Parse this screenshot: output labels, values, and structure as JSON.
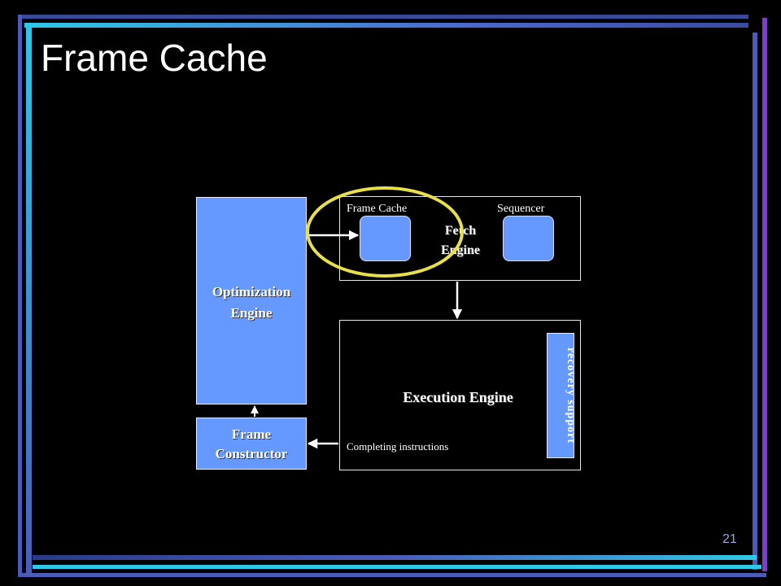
{
  "slide": {
    "title": "Frame Cache",
    "page_number": "21"
  },
  "diagram": {
    "optimization_engine": "Optimization Engine",
    "frame_constructor": "Frame Constructor",
    "fetch_engine": "Fetch Engine",
    "frame_cache_label": "Frame Cache",
    "sequencer_label": "Sequencer",
    "execution_engine": "Execution Engine",
    "completing_instructions": "Completing instructions",
    "recovery_support": "recovery support"
  },
  "colors": {
    "box_blue": "#6699ff",
    "highlight_circle": "#e8e04a",
    "frame_bar_blue": "#4a5cb8",
    "frame_bar_purple": "#7b3fc8",
    "frame_bar_cyan": "#2ec8e8"
  }
}
